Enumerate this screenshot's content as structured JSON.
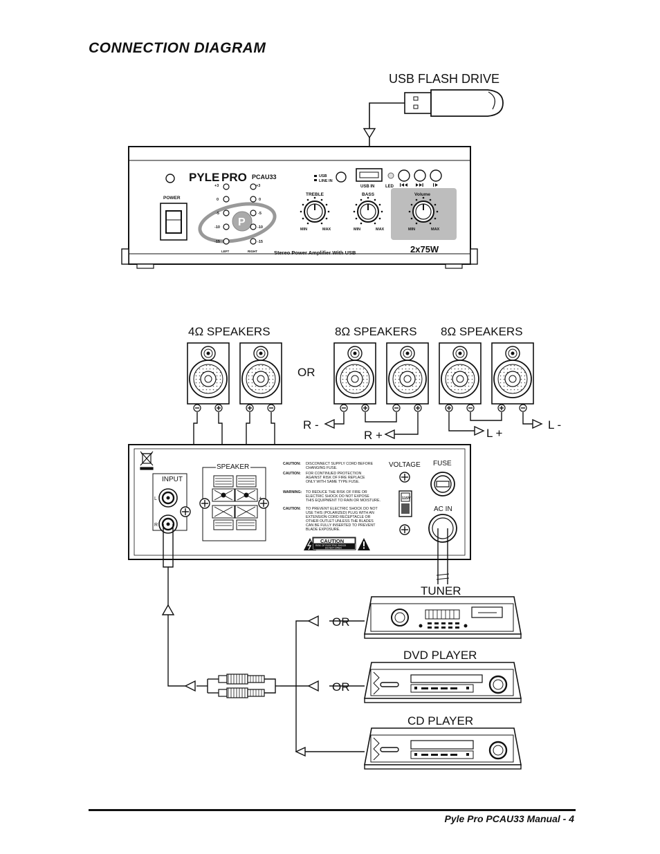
{
  "heading": "CONNECTION DIAGRAM",
  "usb_drive_label": "USB FLASH DRIVE",
  "front_panel": {
    "brand": "PYLE",
    "brand_pro": "PRO",
    "model": "PCAU33",
    "usb_line_in_1": "USB",
    "usb_line_in_2": "LINE IN",
    "usb_in": "USB IN",
    "led": "LED",
    "power": "POWER",
    "treble": "TREBLE",
    "bass": "BASS",
    "volume": "Volume",
    "min": "MIN",
    "max": "MAX",
    "meter_plus3": "+3",
    "meter_0": "0",
    "meter_m5": "-5",
    "meter_m10": "-10",
    "meter_m15": "-15",
    "left": "LEFT",
    "right": "RIGHT",
    "tagline": "Stereo Power Amplifier With USB",
    "power_rating": "2x75W"
  },
  "speakers": {
    "group1": "4Ω SPEAKERS",
    "group2": "8Ω SPEAKERS",
    "group3": "8Ω SPEAKERS",
    "or": "OR",
    "r_minus": "R -",
    "r_plus": "R +",
    "l_plus": "L +",
    "l_minus": "L -"
  },
  "rear_panel": {
    "input": "INPUT",
    "input_l": "L",
    "input_r": "R",
    "speaker": "SPEAKER",
    "voltage": "VOLTAGE",
    "fuse": "FUSE",
    "ac_in": "AC IN",
    "voltage_value": "115V",
    "caution_1_title": "CAUTION:",
    "caution_1_a": "DISCONNECT SUPPLY CORD BEFORE",
    "caution_1_b": "CHANGING FUSE.",
    "caution_2_title": "CAUTION:",
    "caution_2_a": "FOR CONTINUED PROTECTION",
    "caution_2_b": "AGAINST RISK OF FIRE REPLACE",
    "caution_2_c": "ONLY WITH SAME TYPE FUSE.",
    "warning_title": "WARNING:",
    "warning_a": "TO REDUCE THE RISK OF FIRE OR",
    "warning_b": "ELECTRIC SHOCK DO NOT EXPOSE",
    "warning_c": "THIS EQUIPMENT TO RAIN OR MOISTURE.",
    "caution_3_title": "CAUTION:",
    "caution_3_a": "TO PREVENT ELECTRIC SHOCK DO NOT",
    "caution_3_b": "USE THIS (POLARIZED) PLUG WITH AN",
    "caution_3_c": "EXTENSION CORD RECEPTACLE OR",
    "caution_3_d": "OTHER OUTLET UNLESS THE BLADES",
    "caution_3_e": "CAN BE FULLY INSERTED TO PREVENT",
    "caution_3_f": "BLADE EXPOSURE.",
    "caution_box": "CAUTION",
    "caution_box_1": "RISK OF ELECTRIC SHOCK",
    "caution_box_2": "DO NOT OPEN"
  },
  "sources": {
    "tuner": "TUNER",
    "dvd": "DVD PLAYER",
    "cd": "CD PLAYER",
    "or": "OR"
  },
  "footer": "Pyle Pro PCAU33 Manual - 4"
}
